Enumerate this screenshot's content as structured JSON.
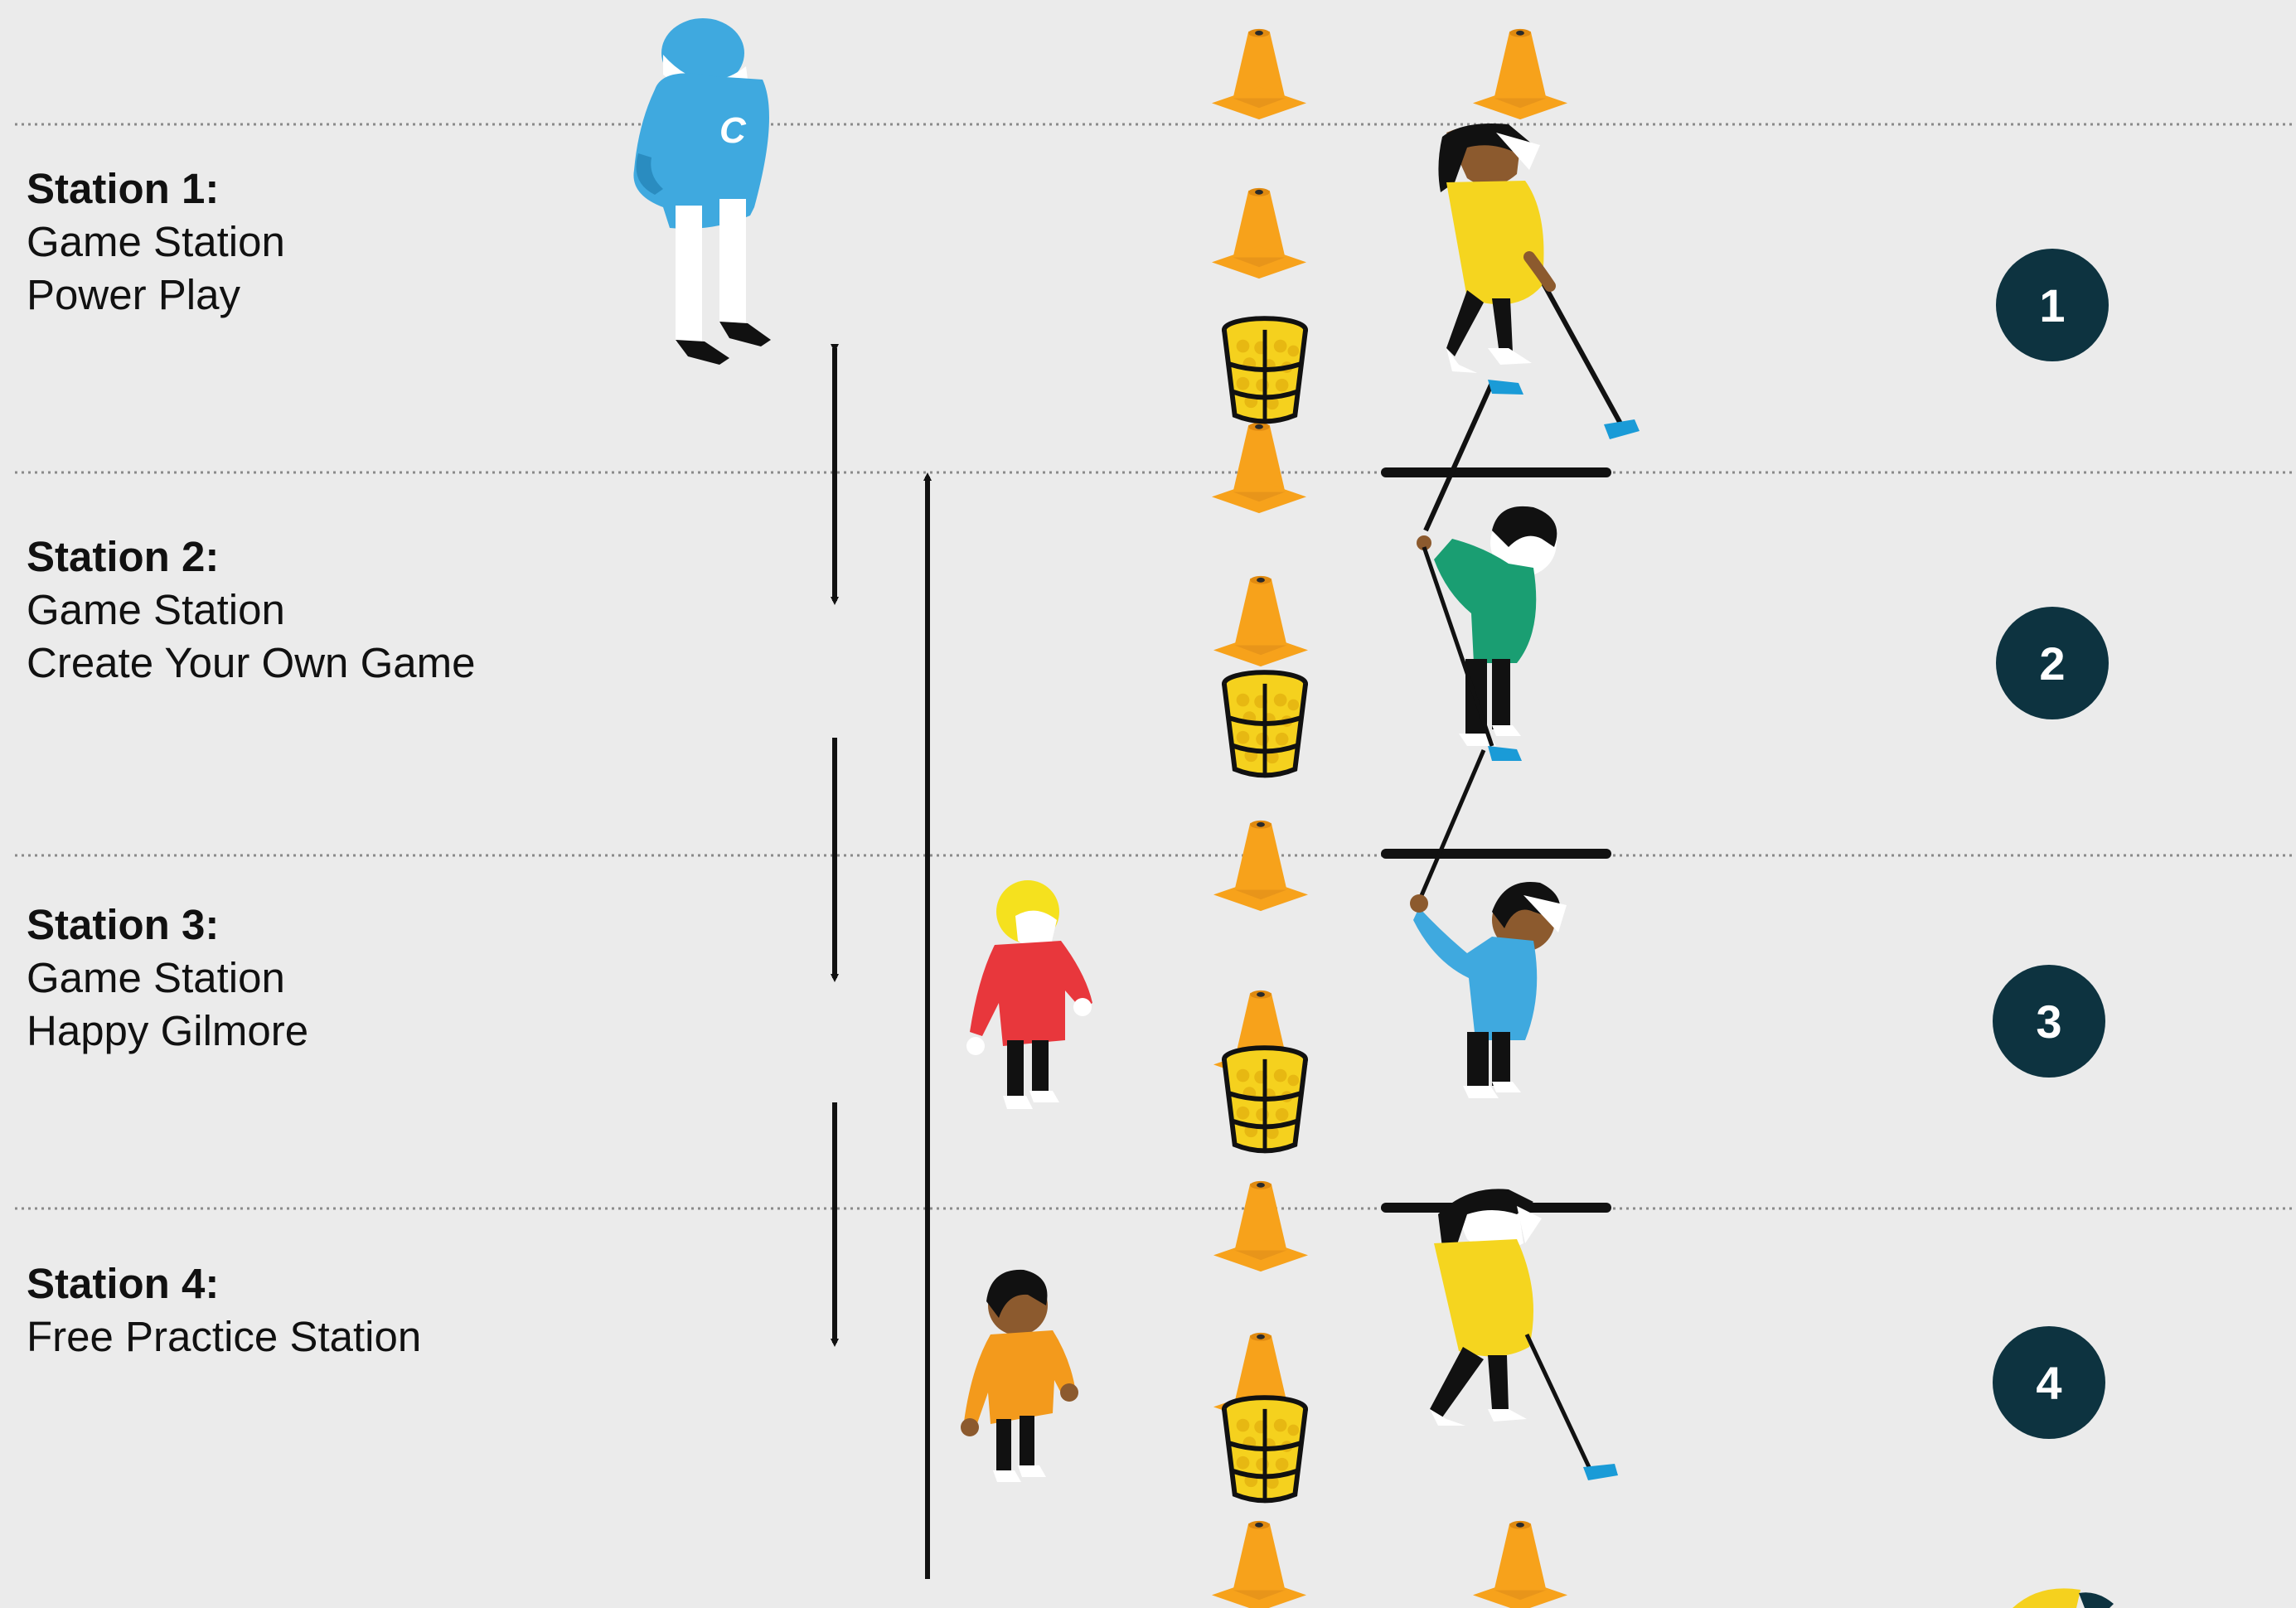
{
  "stations": [
    {
      "title": "Station 1:",
      "lines": [
        "Game Station",
        "Power Play"
      ],
      "number": "1"
    },
    {
      "title": "Station 2:",
      "lines": [
        "Game Station",
        "Create Your Own Game"
      ],
      "number": "2"
    },
    {
      "title": "Station 3:",
      "lines": [
        "Game Station",
        "Happy Gilmore"
      ],
      "number": "3"
    },
    {
      "title": "Station 4:",
      "lines": [
        "Free Practice Station"
      ],
      "number": "4"
    }
  ],
  "colors": {
    "background": "#ebebeb",
    "badge": "#0d3340",
    "cone": "#f7a21b",
    "golf_ball": "#f5d11e",
    "coach_blue": "#3fa9df",
    "shirt_yellow": "#f5d51f",
    "shirt_green": "#1a9e72",
    "shirt_red": "#e8373c",
    "shirt_orange": "#f39a1c",
    "club_head": "#1a9bd7"
  },
  "icons": [
    "coach-icon",
    "player-icon",
    "cone-icon",
    "ball-basket-icon",
    "arrow-icon",
    "hitting-line"
  ]
}
